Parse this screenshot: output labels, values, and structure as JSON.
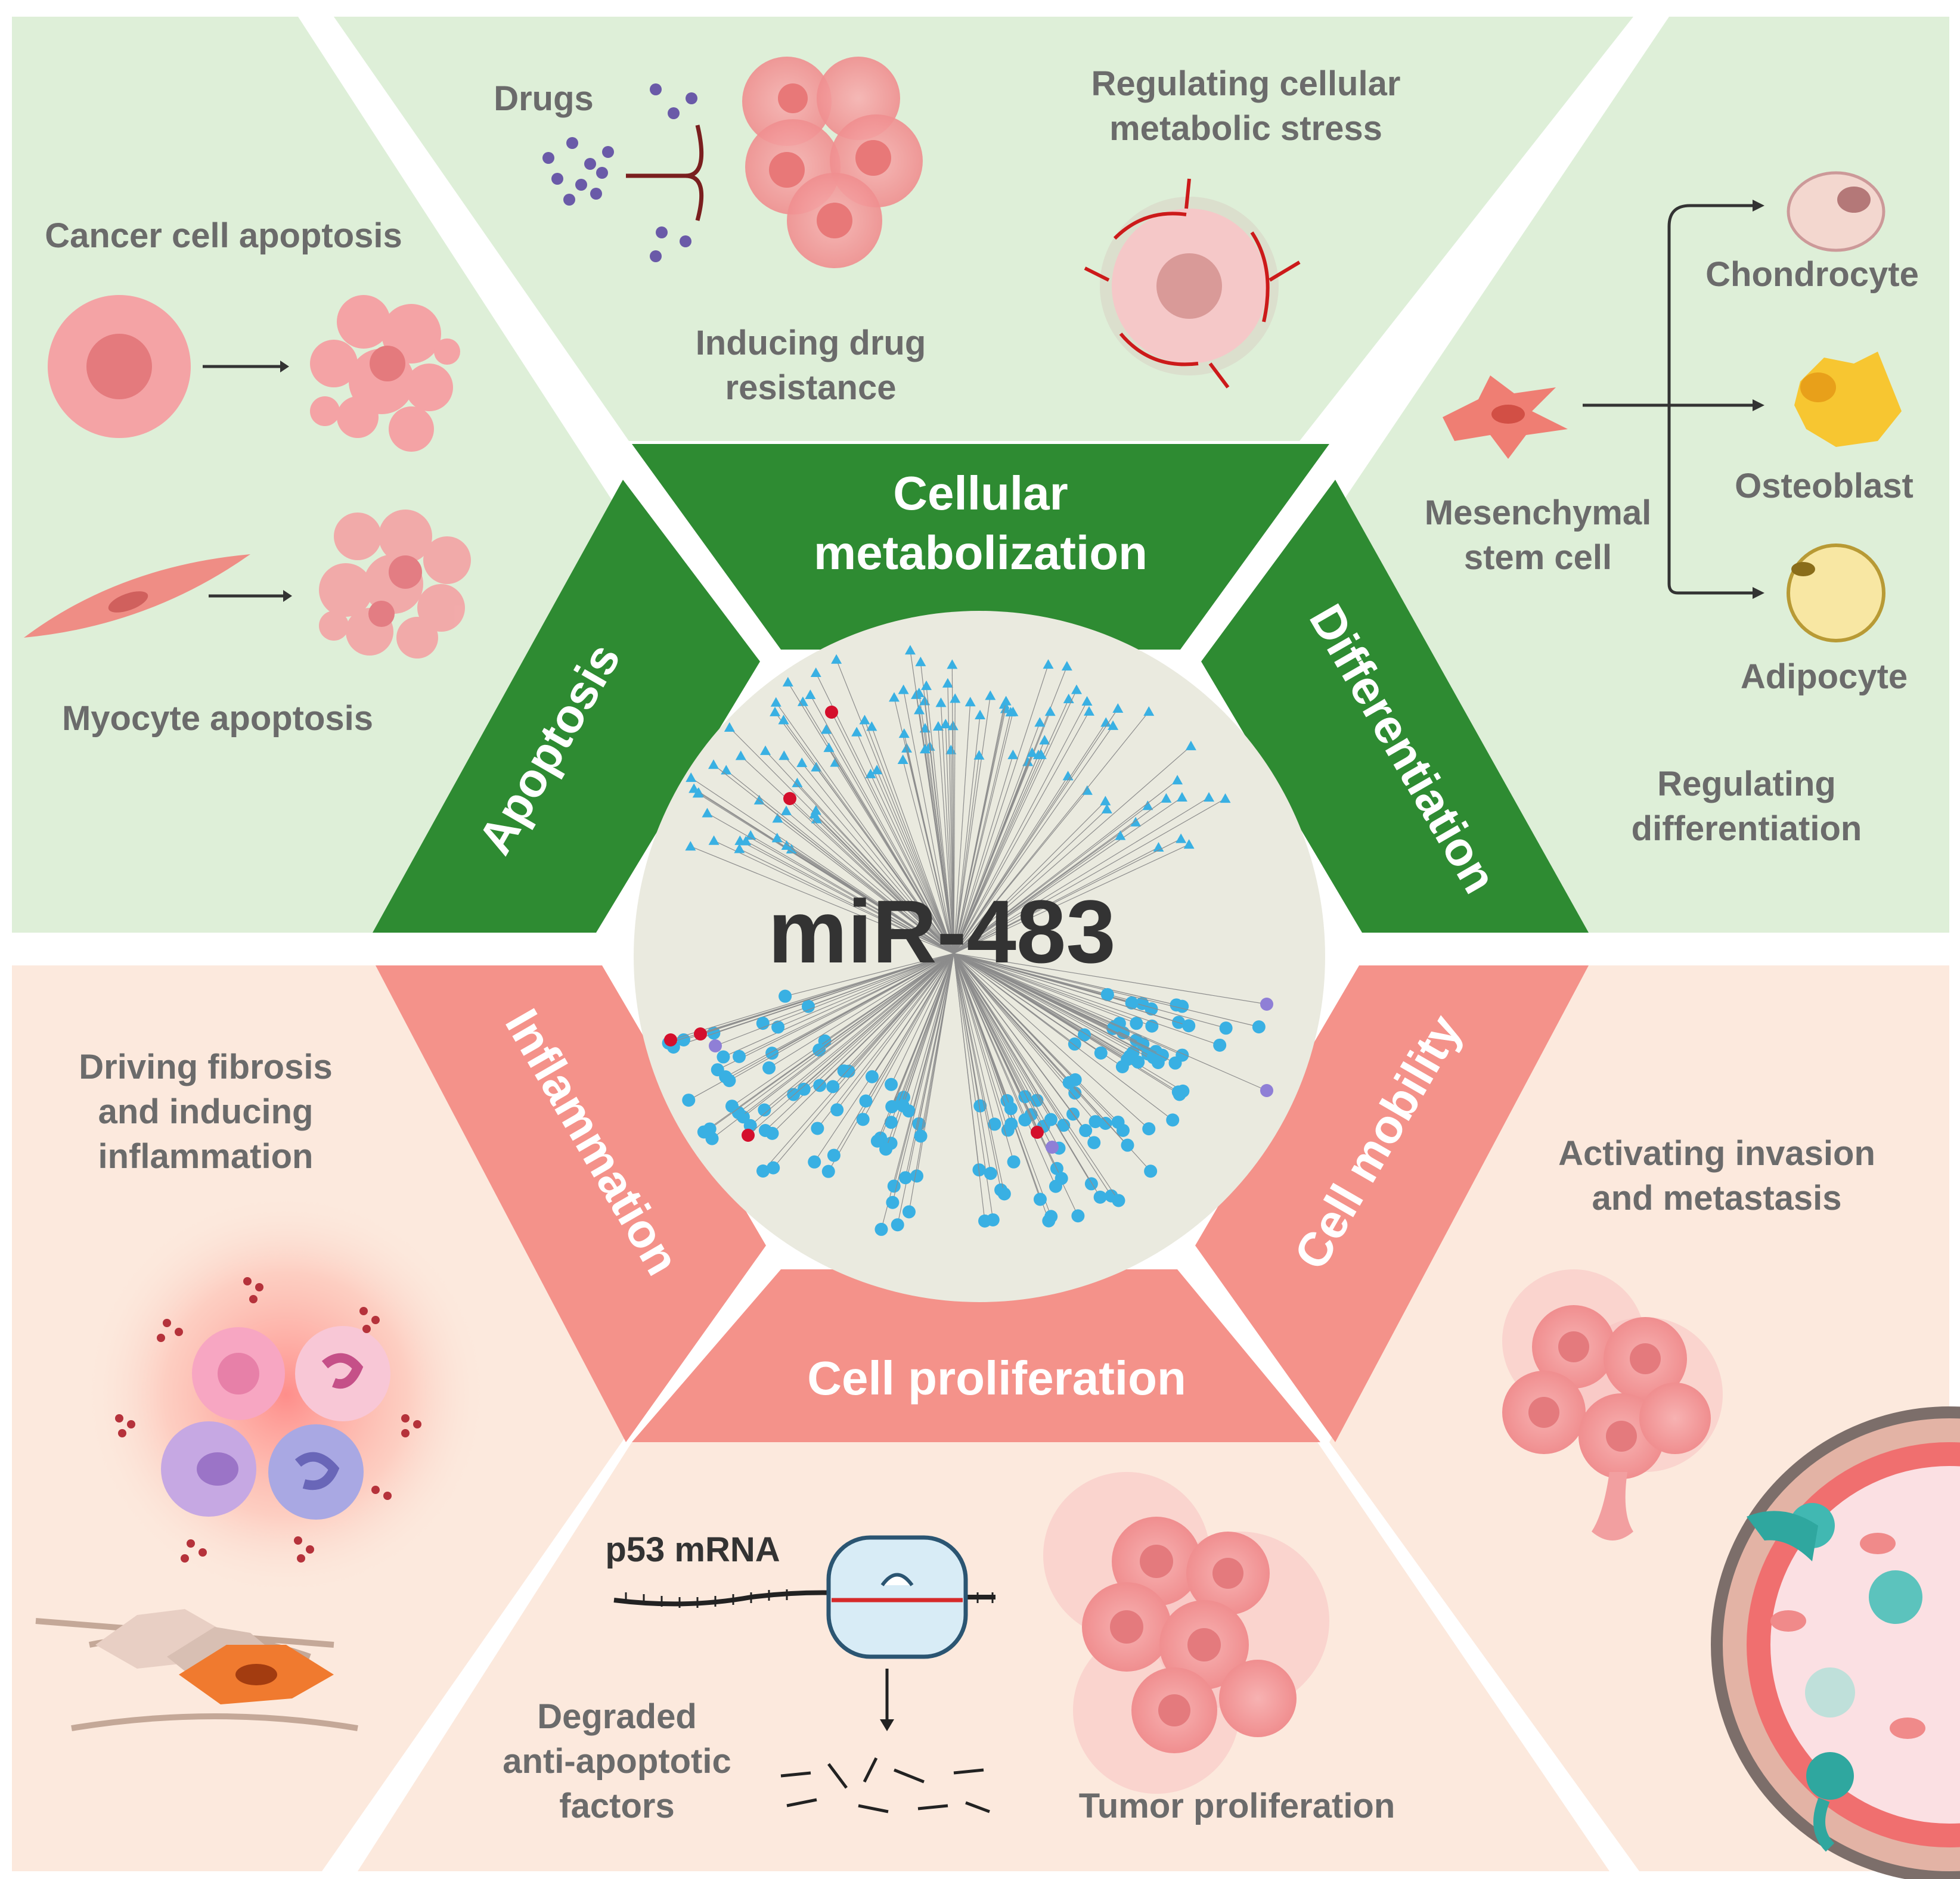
{
  "colors": {
    "green_panel": "#deefd8",
    "peach_panel": "#fce9dd",
    "green_trapezoid": "#2e8b32",
    "pink_trapezoid": "#f4928a",
    "center_circle": "#eaeadf",
    "label_gray": "#6b6b6b",
    "cell_pink": "#f29fa0",
    "node_blue": "#39b0e3",
    "node_red": "#d40f2c",
    "node_purple": "#8f7fd6"
  },
  "center": {
    "title": "miR-483"
  },
  "sections": {
    "cellular_metabolization": "Cellular metabolization",
    "apoptosis": "Apoptosis",
    "differentiation": "Differentiation",
    "inflammation": "Inflammation",
    "cell_mobility": "Cell mobility",
    "cell_proliferation": "Cell proliferation"
  },
  "labels": {
    "drugs": "Drugs",
    "regulating_metabolic_stress": "Regulating cellular metabolic stress",
    "inducing_drug_resistance": "Inducing drug resistance",
    "cancer_cell_apoptosis": "Cancer cell apoptosis",
    "myocyte_apoptosis": "Myocyte apoptosis",
    "chondrocyte": "Chondrocyte",
    "osteoblast": "Osteoblast",
    "adipocyte": "Adipocyte",
    "mesenchymal_stem_cell": "Mesenchymal stem cell",
    "regulating_differentiation": "Regulating differentiation",
    "driving_fibrosis": "Driving fibrosis and inducing inflammation",
    "activating_invasion": "Activating invasion and metastasis",
    "p53_mrna": "p53 mRNA",
    "degraded_factors": "Degraded anti-apoptotic factors",
    "tumor_proliferation": "Tumor proliferation"
  }
}
